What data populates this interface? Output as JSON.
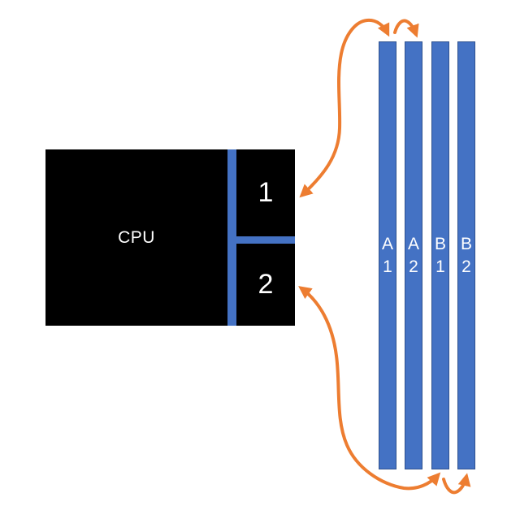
{
  "colors": {
    "background": "#FFFFFF",
    "cpu-fill": "#000000",
    "divider-blue": "#4472C4",
    "slot-fill": "#4472C4",
    "slot-border": "#2F528F",
    "arrow-orange": "#ED7D31",
    "text-white": "#FFFFFF"
  },
  "diagram": {
    "cpu": {
      "label": "CPU",
      "channels": [
        {
          "label": "1"
        },
        {
          "label": "2"
        }
      ]
    },
    "slots": [
      {
        "bank": "A",
        "number": "1"
      },
      {
        "bank": "A",
        "number": "2"
      },
      {
        "bank": "B",
        "number": "1"
      },
      {
        "bank": "B",
        "number": "2"
      }
    ],
    "arrows": [
      {
        "name": "channel-1-to-slot-a1",
        "from": "cpu-channel-1",
        "to": "slot-a1",
        "heads": "both"
      },
      {
        "name": "slot-a1-to-slot-a2",
        "from": "slot-a1",
        "to": "slot-a2",
        "heads": "end"
      },
      {
        "name": "channel-2-to-slot-b1",
        "from": "cpu-channel-2",
        "to": "slot-b1",
        "heads": "both"
      },
      {
        "name": "slot-b1-to-slot-b2",
        "from": "slot-b1",
        "to": "slot-b2",
        "heads": "end"
      }
    ]
  }
}
